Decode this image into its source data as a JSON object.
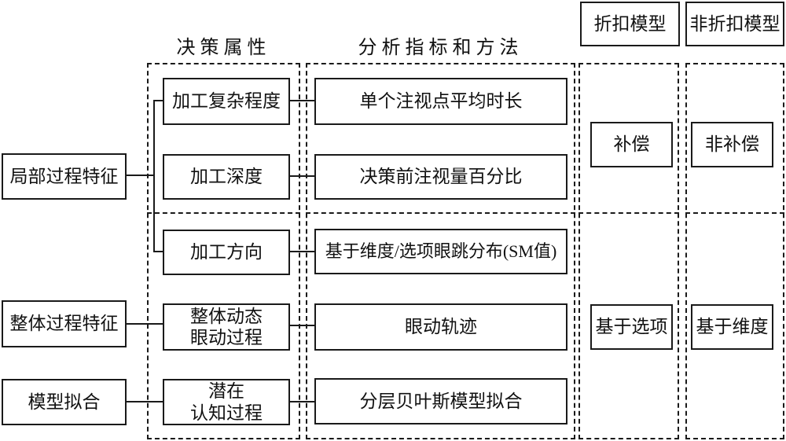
{
  "diagram": {
    "column_headers": {
      "decision_attributes": "决策属性",
      "analysis_methods": "分析指标和方法"
    },
    "model_headers": {
      "discount_model": "折扣模型",
      "non_discount_model": "非折扣模型"
    },
    "process_features": [
      "局部过程特征",
      "整体过程特征",
      "模型拟合"
    ],
    "decision_attributes": [
      "加工复杂程度",
      "加工深度",
      "加工方向",
      "整体动态\n眼动过程",
      "潜在\n认知过程"
    ],
    "analysis_methods": [
      "单个注视点平均时长",
      "决策前注视量百分比",
      "基于维度/选项眼跳分布(SM值)",
      "眼动轨迹",
      "分层贝叶斯模型拟合"
    ],
    "discount_model_values": [
      "补偿",
      "基于选项"
    ],
    "non_discount_model_values": [
      "非补偿",
      "基于维度"
    ],
    "colors": {
      "line": "#1a1a1a",
      "text": "#111111",
      "background": "#ffffff"
    }
  }
}
